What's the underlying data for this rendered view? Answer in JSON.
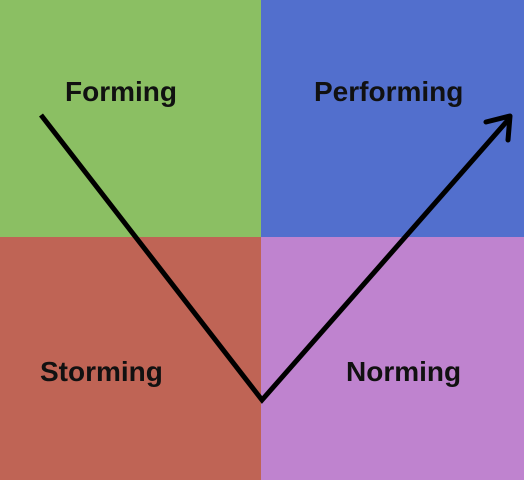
{
  "stages": {
    "forming": {
      "label": "Forming",
      "color": "#8bbf63"
    },
    "performing": {
      "label": "Performing",
      "color": "#526fcd"
    },
    "storming": {
      "label": "Storming",
      "color": "#bf6455"
    },
    "norming": {
      "label": "Norming",
      "color": "#bf83cf"
    }
  },
  "arrow_color": "#000000"
}
